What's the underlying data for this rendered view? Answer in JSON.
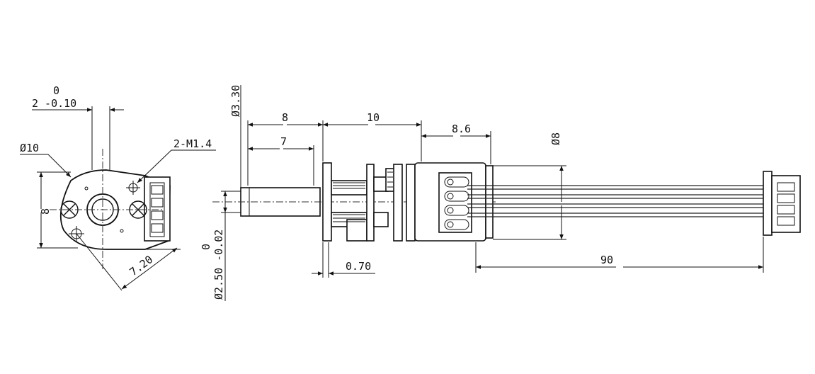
{
  "front_view": {
    "tol_upper": "0",
    "tol_value": "2 -0.10",
    "diameter_label": "Ø10",
    "screw_label": "2-M1.4",
    "height_label": "8",
    "diag_label": "7.20"
  },
  "side_view": {
    "shaft_dia_label": "Ø3.30",
    "dim_8": "8",
    "dim_7": "7",
    "dim_10": "10",
    "dim_86": "8.6",
    "motor_dia_label": "Ø8",
    "gap_label": "0.70",
    "shaft_tol_upper": "0",
    "shaft_tol_label": "Ø2.50 -0.02",
    "cable_length_label": "90"
  }
}
